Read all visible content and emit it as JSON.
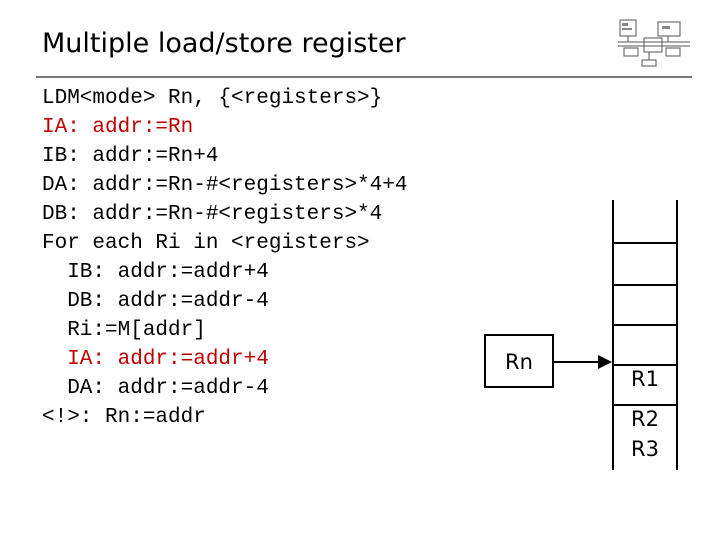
{
  "title": "Multiple load/store register",
  "code_lines": [
    {
      "text": "LDM<mode> Rn, {<registers>}",
      "color": "#000000"
    },
    {
      "text": "IA: addr:=Rn",
      "color": "#c00000"
    },
    {
      "text": "IB: addr:=Rn+4",
      "color": "#000000"
    },
    {
      "text": "DA: addr:=Rn-#<registers>*4+4",
      "color": "#000000"
    },
    {
      "text": "DB: addr:=Rn-#<registers>*4",
      "color": "#000000"
    },
    {
      "text": "For each Ri in <registers>",
      "color": "#000000"
    },
    {
      "text": "  IB: addr:=addr+4",
      "color": "#000000"
    },
    {
      "text": "  DB: addr:=addr-4",
      "color": "#000000"
    },
    {
      "text": "  Ri:=M[addr]",
      "color": "#000000"
    },
    {
      "text": "  IA: addr:=addr+4",
      "color": "#c00000"
    },
    {
      "text": "  DA: addr:=addr-4",
      "color": "#000000"
    },
    {
      "text": "<!>: Rn:=addr",
      "color": "#000000"
    }
  ],
  "diagram": {
    "pointer_label": "Rn",
    "registers": [
      "R1",
      "R2",
      "R3"
    ]
  }
}
